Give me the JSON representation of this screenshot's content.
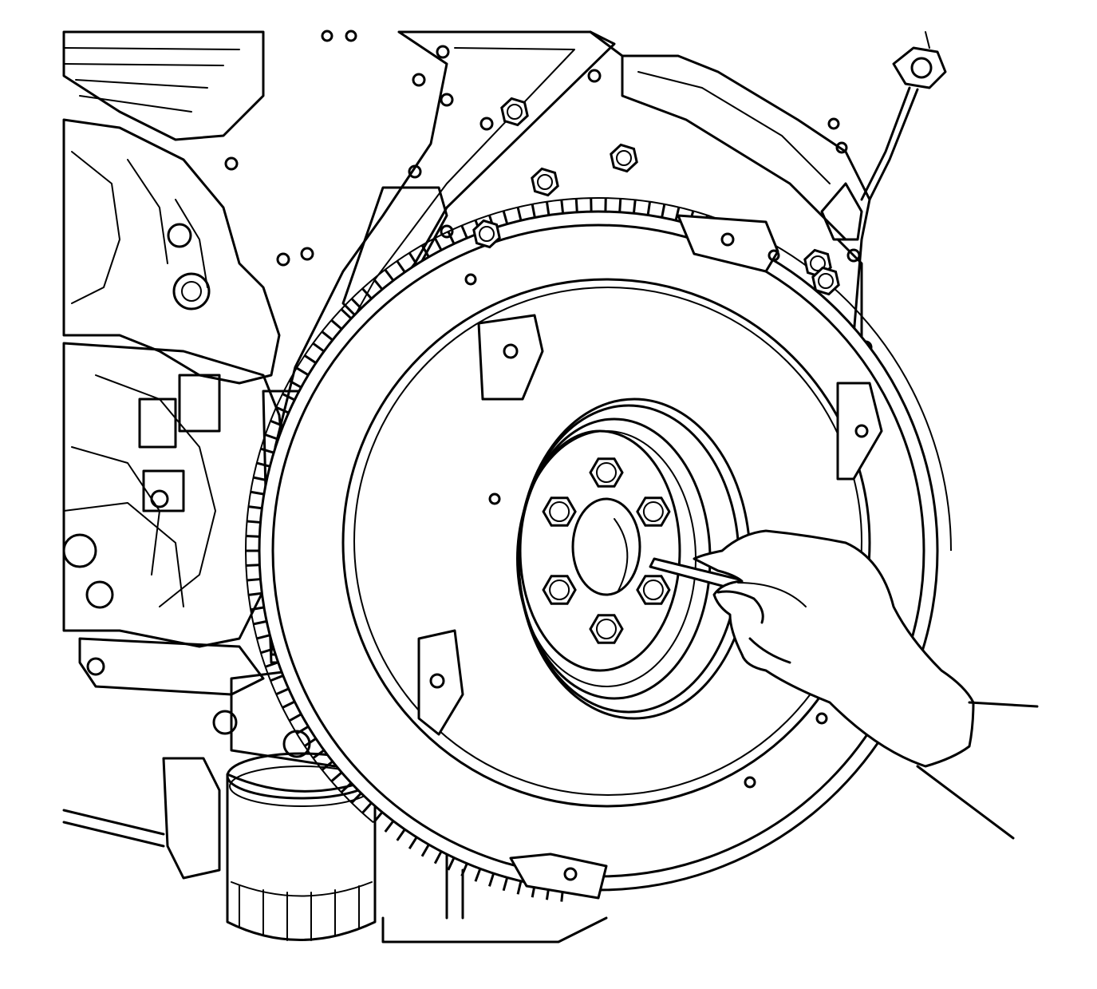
{
  "illustration": {
    "colors": {
      "line": "#000000",
      "background": "#ffffff"
    },
    "flywheel": {
      "bolt_count": 6,
      "ring_gear_teeth": 150
    },
    "flexplate_bolt_count": 6
  }
}
